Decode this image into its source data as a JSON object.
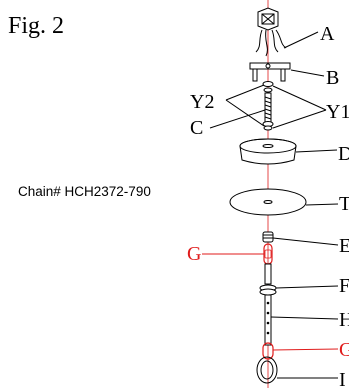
{
  "figure": {
    "title": "Fig. 2"
  },
  "chain_note": "Chain# HCH2372-790",
  "colors": {
    "line": "#000000",
    "red": "#e01b1b",
    "center_line": "#e01b1b"
  },
  "labels": {
    "A": "A",
    "B": "B",
    "Y2": "Y2",
    "Y1": "Y1",
    "C": "C",
    "D": "D",
    "T": "T",
    "E": "E",
    "G_left": "G",
    "F": "F",
    "H": "H",
    "G_right": "G",
    "I": "I"
  }
}
